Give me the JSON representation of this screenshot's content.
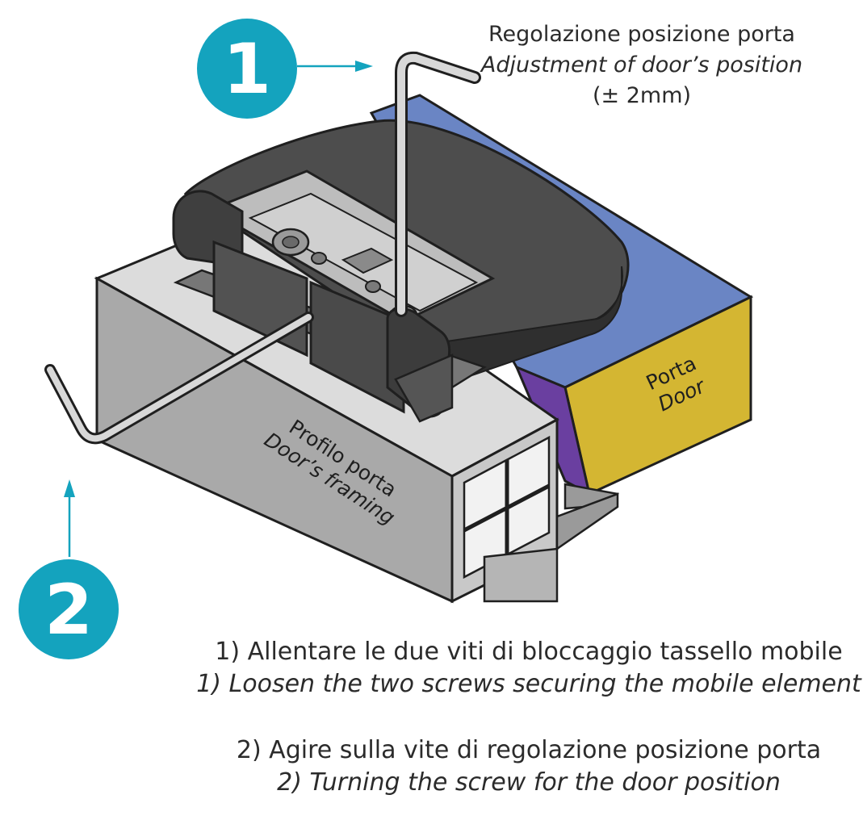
{
  "callout_1": {
    "number": "1",
    "title_it": "Regolazione posizione porta",
    "title_en": "Adjustment of door’s position",
    "tolerance": "(± 2mm)"
  },
  "callout_2": {
    "number": "2"
  },
  "parts": {
    "door_it": "Porta",
    "door_en": "Door",
    "framing_it": "Profilo porta",
    "framing_en": "Door’s framing"
  },
  "instructions": {
    "step1_it": "1) Allentare le due viti di bloccaggio tassello mobile",
    "step1_en": "1) Loosen the two screws securing the mobile element",
    "step2_it": "2) Agire sulla vite di regolazione posizione porta",
    "step2_en": "2) Turning the screw for the door position"
  },
  "colors": {
    "badge": "#14a3be",
    "arrow": "#14a3be",
    "door_face": "#d4b632",
    "door_top": "#6a85c4",
    "door_side": "#6a3fa0",
    "frame": "#b8b8b8",
    "hinge": "#4a4a4a"
  }
}
